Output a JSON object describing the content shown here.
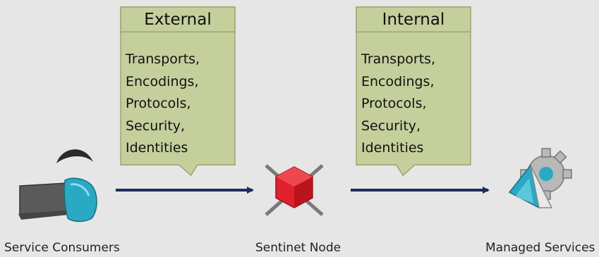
{
  "callouts": [
    {
      "title": "External",
      "items": [
        "Transports,",
        "Encodings,",
        "Protocols,",
        "Security,",
        "Identities"
      ]
    },
    {
      "title": "Internal",
      "items": [
        "Transports,",
        "Encodings,",
        "Protocols,",
        "Security,",
        "Identities"
      ]
    }
  ],
  "nodes": {
    "consumers": {
      "label": "Service Consumers"
    },
    "sentinet": {
      "label": "Sentinet Node"
    },
    "managed": {
      "label": "Managed Services"
    }
  },
  "colors": {
    "background": "#e6e6e6",
    "callout_fill": "#c4cf9b",
    "callout_stroke": "#9aa36a",
    "arrow": "#1f2d5c",
    "cube": "#e0202a",
    "icon_teal": "#2aa9c4"
  }
}
